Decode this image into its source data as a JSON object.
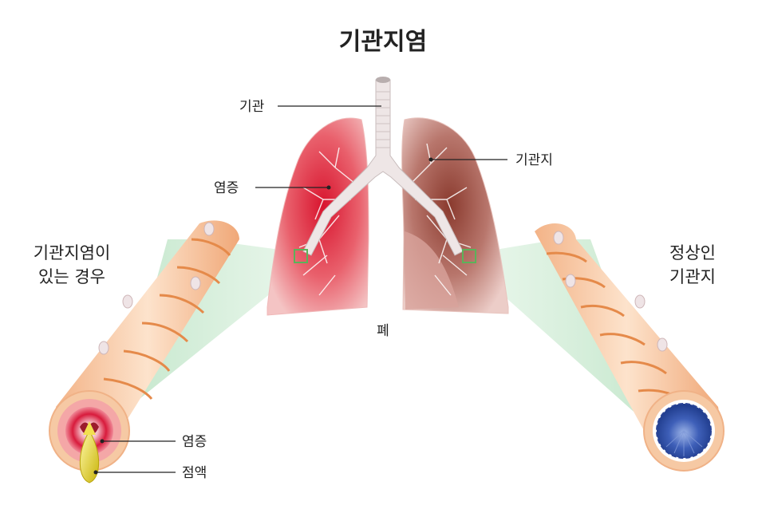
{
  "title": "기관지염",
  "labels": {
    "trachea": "기관",
    "inflammation_top": "염증",
    "bronchus": "기관지",
    "lung": "폐",
    "inflammation_bottom": "염증",
    "mucus": "점액"
  },
  "left_caption": [
    "기관지염이",
    "있는 경우"
  ],
  "right_caption": [
    "정상인",
    "기관지"
  ],
  "colors": {
    "inflamed_lung": "#e0455a",
    "normal_lung": "#a0574a",
    "trachea": "#e8e0e0",
    "tube": "#f7c7a0",
    "tube_band": "#e58a4a",
    "highlight_box": "#5bb25a",
    "normal_lumen": "#2e4ea6",
    "inflamed_lumen": "#d81b3c",
    "mucus": "#e6d21a"
  }
}
